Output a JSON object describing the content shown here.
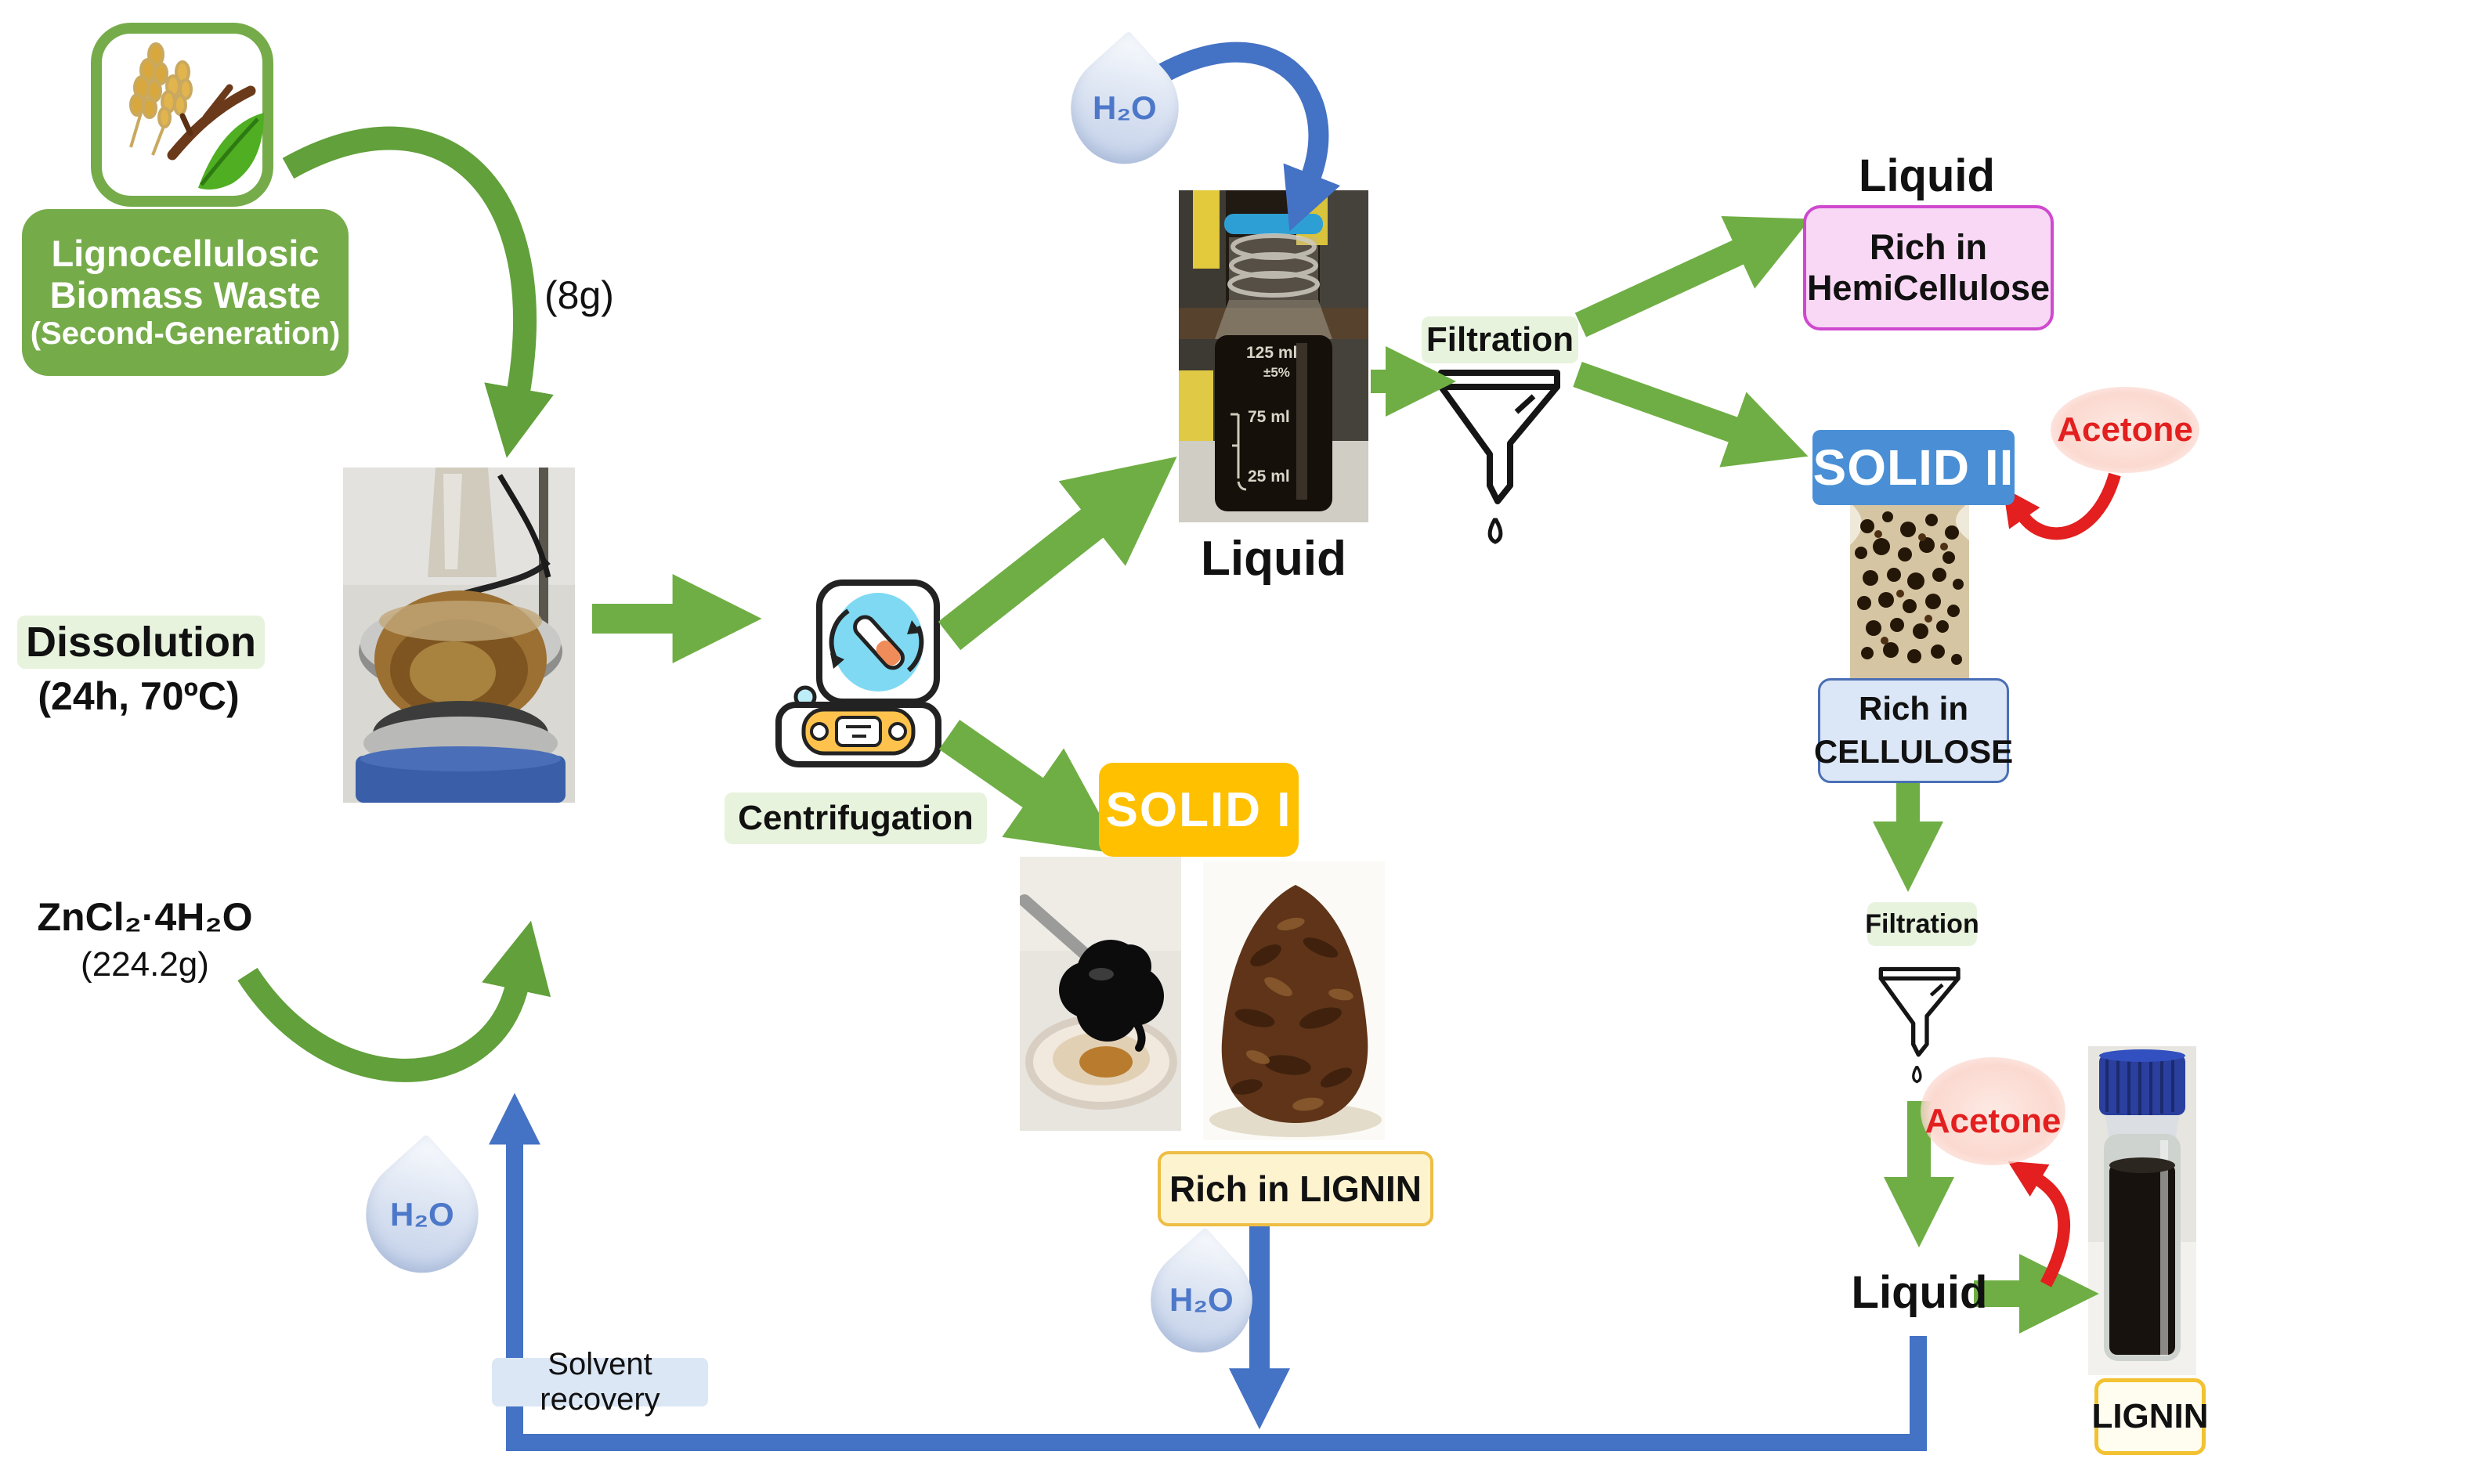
{
  "title": "Lignocellulosic biomass waste fractionation process diagram",
  "colors": {
    "green": "#76ab4a",
    "green_arrow": "#6fae44",
    "light_green_bg": "#e8f3de",
    "blue_arrow": "#4472c4",
    "light_blue_bg": "#dce7f6",
    "solid2_blue": "#4a8fd5",
    "cellulose_bg": "#dbe6f6",
    "cellulose_border": "#4a6fb5",
    "pink_bg": "#f8d8f4",
    "pink_border": "#cf49cf",
    "solid1_yellow": "#ffc000",
    "lignin_gold": "#edbd44",
    "lignin_bg": "#fdf3cf",
    "red": "#e31f1f",
    "h2o_text": "#4d78c9"
  },
  "nodes": {
    "biomass": {
      "line1": "Lignocellulosic",
      "line2": "Biomass Waste",
      "line3": "(Second-Generation)"
    },
    "mass_8g": "(8g)",
    "dissolution": {
      "title": "Dissolution",
      "conditions": "(24h, 70ºC)"
    },
    "zncl2": {
      "formula": "ZnCl₂·4H₂O",
      "amount": "(224.2g)"
    },
    "h2o": "H₂O",
    "solvent_recovery": "Solvent recovery",
    "centrifugation": "Centrifugation",
    "liquid": "Liquid",
    "filtration": "Filtration",
    "rich_in": "Rich in",
    "hemicellulose": "HemiCellulose",
    "solid2": "SOLID II",
    "acetone": "Acetone",
    "cellulose": "CELLULOSE",
    "solid1": "SOLID I",
    "rich_in_lignin": "Rich in LIGNIN",
    "lignin": "LIGNIN",
    "bottle_markings": {
      "vol": "125 ml",
      "tol": "±5%",
      "v75": "75 ml",
      "v25": "25 ml"
    }
  }
}
